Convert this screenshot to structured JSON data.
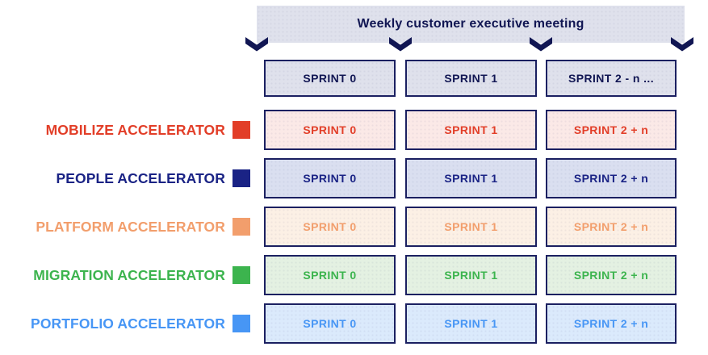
{
  "banner": {
    "title": "Weekly customer executive meeting",
    "bg": "#DFE1EC",
    "text_color": "#111653",
    "arrow_color": "#111653",
    "arrow_icon": "chevron-down"
  },
  "header": {
    "bg": "#DFE1EC",
    "text_color": "#111653",
    "border_color": "#1B2061",
    "columns": [
      "SPRINT 0",
      "SPRINT 1",
      "SPRINT 2 - n ..."
    ]
  },
  "rows": [
    {
      "label": "MOBILIZE ACCELERATOR",
      "color": "#E23E28",
      "cell_bg": "#FBE9E7",
      "cells": [
        "SPRINT 0",
        "SPRINT 1",
        "SPRINT 2 + n"
      ]
    },
    {
      "label": "PEOPLE ACCELERATOR",
      "color": "#1A2385",
      "cell_bg": "#DADFF0",
      "cells": [
        "SPRINT 0",
        "SPRINT 1",
        "SPRINT 2 + n"
      ]
    },
    {
      "label": "PLATFORM ACCELERATOR",
      "color": "#F29E6C",
      "cell_bg": "#FCF0E5",
      "cells": [
        "SPRINT 0",
        "SPRINT 1",
        "SPRINT 2 + n"
      ]
    },
    {
      "label": "MIGRATION ACCELERATOR",
      "color": "#3CB44E",
      "cell_bg": "#E4F1E2",
      "cells": [
        "SPRINT 0",
        "SPRINT 1",
        "SPRINT 2 + n"
      ]
    },
    {
      "label": "PORTFOLIO ACCELERATOR",
      "color": "#4796F5",
      "cell_bg": "#DBEAFC",
      "cells": [
        "SPRINT 0",
        "SPRINT 1",
        "SPRINT 2 + n"
      ]
    }
  ]
}
